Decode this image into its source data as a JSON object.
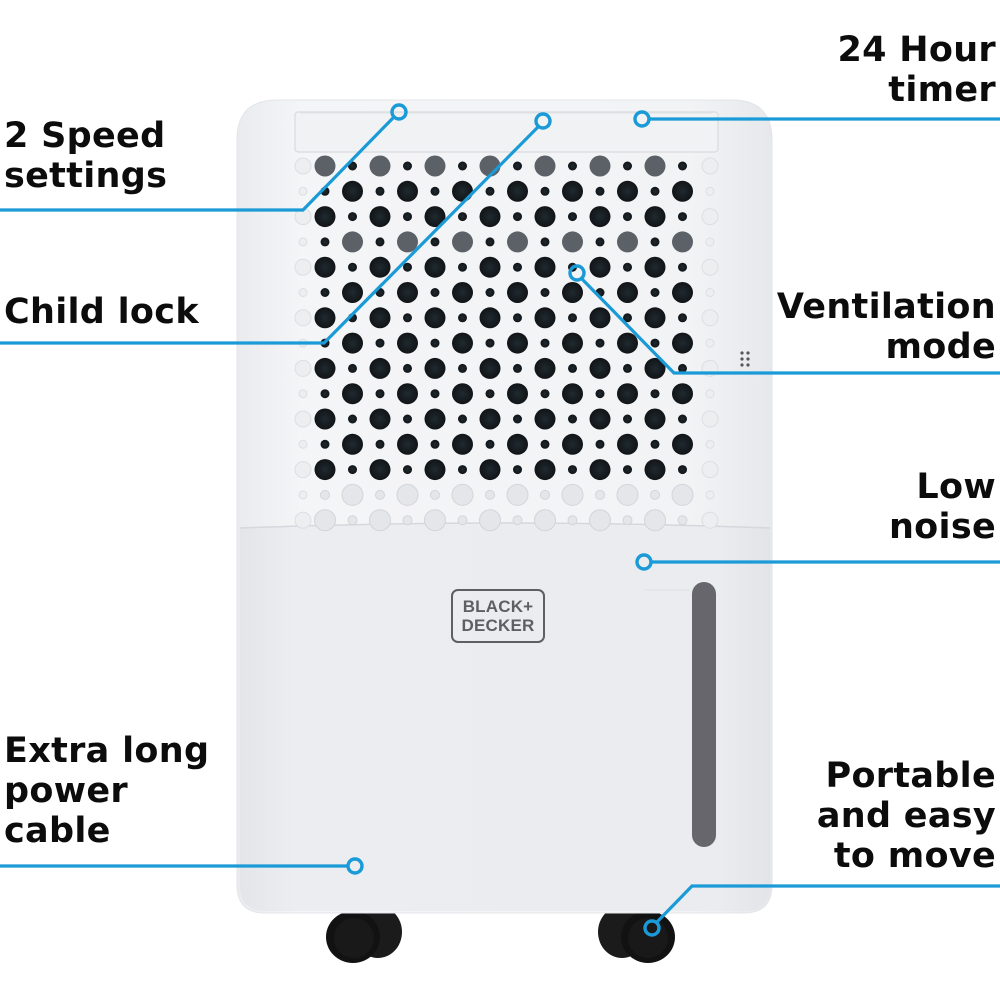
{
  "product": {
    "brand_logo_line1": "BLACK+",
    "brand_logo_line2": "DECKER",
    "type": "dehumidifier"
  },
  "colors": {
    "callout_line": "#1a9ad6",
    "body": "#f3f4f6",
    "body_lower": "#eceef1",
    "grille_hole": "#1b1f24",
    "wheel": "#141414",
    "water_window": "#66666c",
    "text": "#0c0c0c"
  },
  "callouts": [
    {
      "id": "speed",
      "side": "left",
      "lines": [
        "2 Speed",
        "settings"
      ],
      "icon": "callout-dot"
    },
    {
      "id": "child-lock",
      "side": "left",
      "lines": [
        "Child lock"
      ],
      "icon": "callout-dot"
    },
    {
      "id": "power-cable",
      "side": "left",
      "lines": [
        "Extra long",
        "power",
        "cable"
      ],
      "icon": "callout-dot"
    },
    {
      "id": "timer",
      "side": "right",
      "lines": [
        "24 Hour",
        "timer"
      ],
      "icon": "callout-dot"
    },
    {
      "id": "ventilation",
      "side": "right",
      "lines": [
        "Ventilation",
        "mode"
      ],
      "icon": "callout-dot"
    },
    {
      "id": "low-noise",
      "side": "right",
      "lines": [
        "Low",
        "noise"
      ],
      "icon": "callout-dot"
    },
    {
      "id": "portable",
      "side": "right",
      "lines": [
        "Portable",
        "and easy",
        "to move"
      ],
      "icon": "callout-dot"
    }
  ]
}
